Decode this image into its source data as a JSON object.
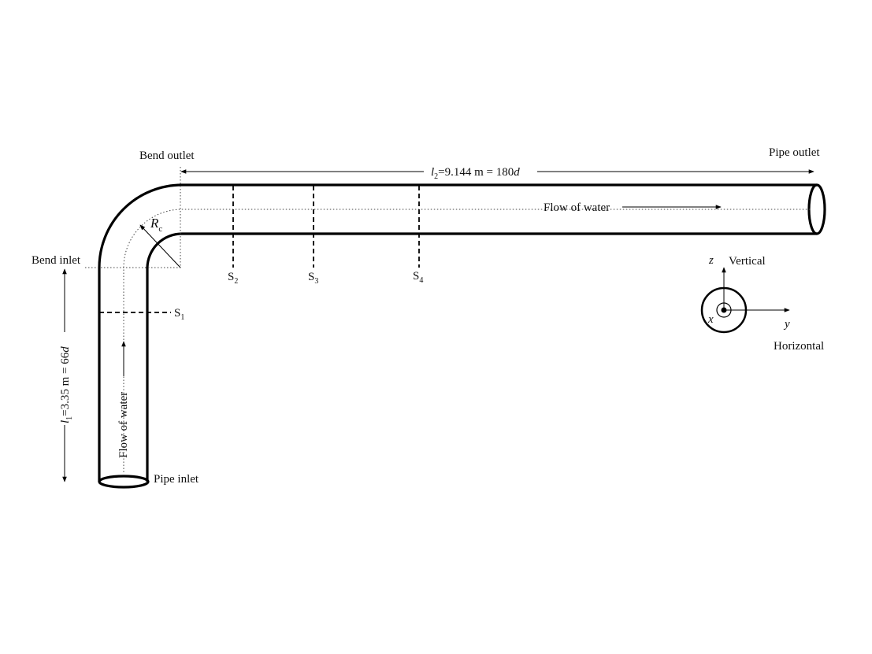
{
  "labels": {
    "bend_outlet": "Bend outlet",
    "pipe_outlet": "Pipe outlet",
    "bend_inlet": "Bend inlet",
    "pipe_inlet": "Pipe inlet",
    "flow_horizontal": "Flow of water",
    "flow_vertical": "Flow of water",
    "radius_main": "R",
    "radius_sub": "c",
    "vertical": "Vertical",
    "horizontal": "Horizontal",
    "axis_x": "x",
    "axis_y": "y",
    "axis_z": "z"
  },
  "l2": {
    "symbol": "l",
    "sub": "2",
    "value": "=9.144  m = 180",
    "unit": "d"
  },
  "l1": {
    "symbol": "l",
    "sub": "1",
    "value": "=3.35 m = 66",
    "unit": "d"
  },
  "sections": [
    {
      "main": "S",
      "sub": "1"
    },
    {
      "main": "S",
      "sub": "2"
    },
    {
      "main": "S",
      "sub": "3"
    },
    {
      "main": "S",
      "sub": "4"
    }
  ]
}
